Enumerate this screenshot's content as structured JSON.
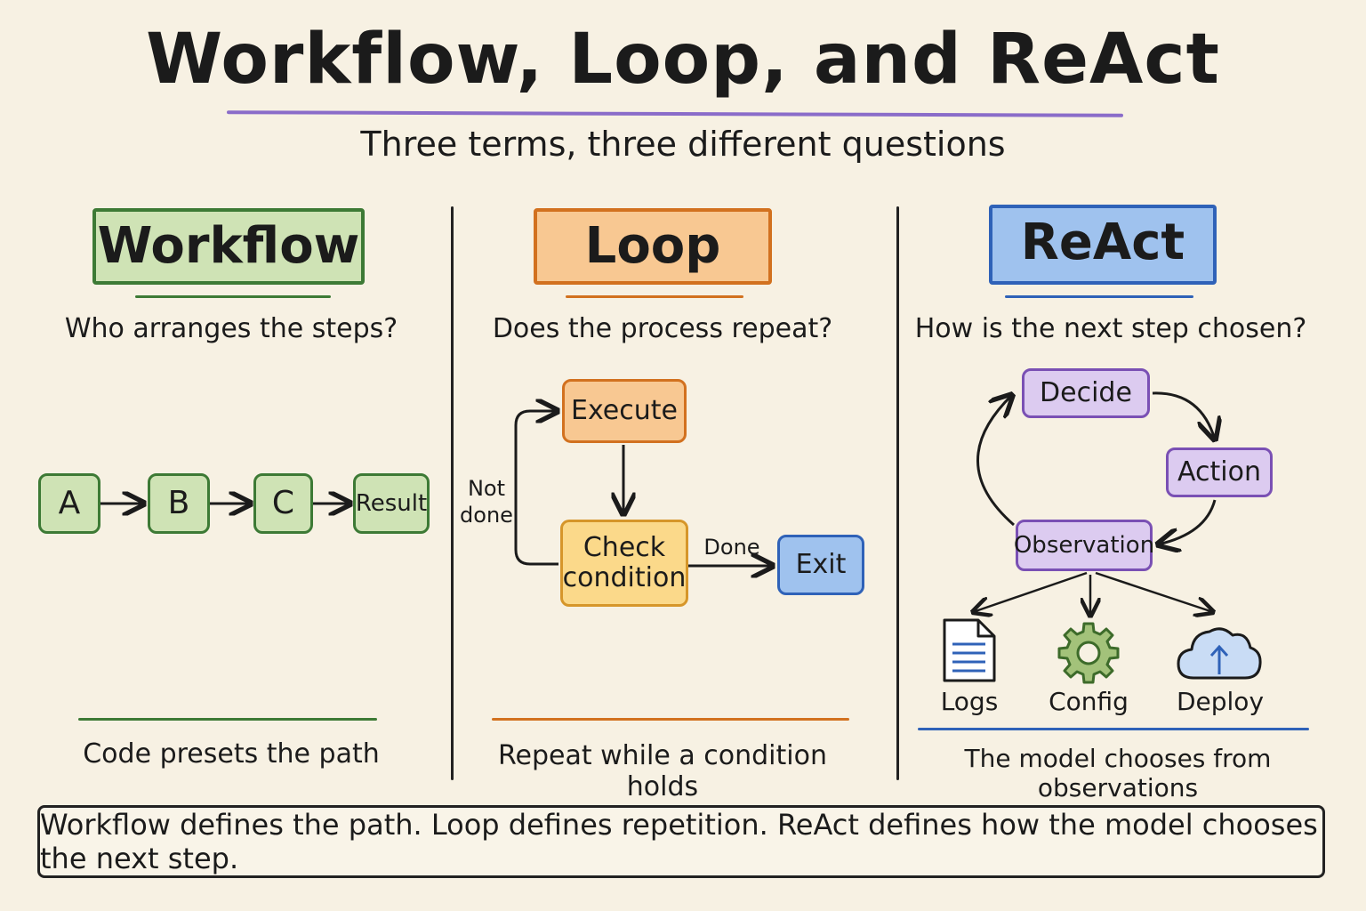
{
  "title": "Workflow, Loop, and ReAct",
  "subtitle": "Three terms, three different questions",
  "colors": {
    "title_underline": "#8a6cc9",
    "workflow": "#3d7a35",
    "loop": "#d2711f",
    "react": "#2f62b8",
    "observation": "#7a50b4"
  },
  "workflow": {
    "tag": "Workflow",
    "question": "Who arranges the steps?",
    "nodes": [
      "A",
      "B",
      "C",
      "Result"
    ],
    "footer": "Code presets the path"
  },
  "loop": {
    "tag": "Loop",
    "question": "Does the process repeat?",
    "execute": "Execute",
    "check": "Check condition",
    "exit": "Exit",
    "done_label": "Done",
    "not_done_label": "Not done",
    "footer": "Repeat while a condition holds"
  },
  "react": {
    "tag": "ReAct",
    "question": "How is the next step chosen?",
    "decide": "Decide",
    "action": "Action",
    "observation": "Observation",
    "icons": [
      {
        "label": "Logs",
        "icon": "document-icon"
      },
      {
        "label": "Config",
        "icon": "gear-icon"
      },
      {
        "label": "Deploy",
        "icon": "cloud-upload-icon"
      }
    ],
    "footer": "The model chooses from observations"
  },
  "summary": "Workflow defines the path. Loop defines repetition. ReAct defines how the model chooses the next step."
}
